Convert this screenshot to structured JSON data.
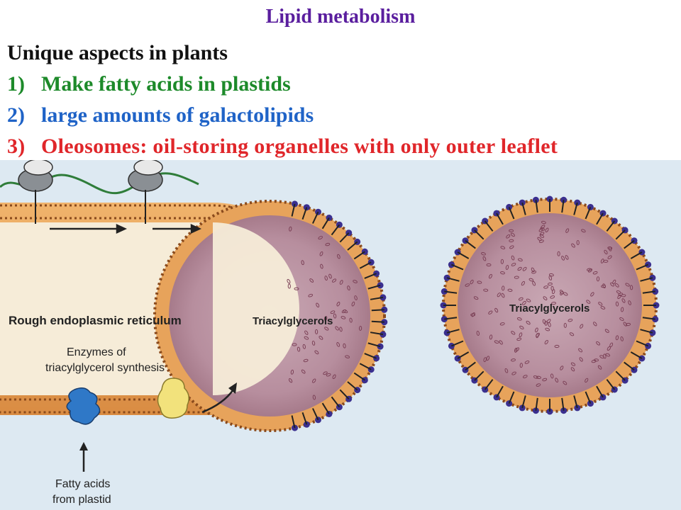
{
  "slide": {
    "title": "Lipid metabolism",
    "subtitle": "Unique aspects in plants",
    "items": [
      {
        "num": "1)",
        "text": "Make fatty acids in plastids",
        "color": "#1d8a2a"
      },
      {
        "num": "2)",
        "text": "large amounts of galactolipids",
        "color": "#1f63c7"
      },
      {
        "num": "3)",
        "text": "Oleosomes: oil-storing organelles with only outer leaflet",
        "color": "#e0262a"
      }
    ]
  },
  "figure": {
    "labels": {
      "rough_er": "Rough endoplasmic reticulum",
      "tag_budding": "Triacylglycerols",
      "tag_oleosome": "Triacylglycerols",
      "enzymes": [
        "Enzymes of",
        "triacylglycerol synthesis"
      ],
      "fatty_acids": [
        "Fatty acids",
        "from plastid"
      ]
    },
    "colors": {
      "background": "#dde9f2",
      "membrane": "#e7a35b",
      "lumen": "#f6ecd8",
      "lipid_core": "#b78e9e",
      "oleosin": "#3a2f8f",
      "enzyme_blue": "#2f78c7",
      "enzyme_yellow": "#f2e27c",
      "ribosome": "#8a8f94",
      "mrna": "#2f7d3a"
    }
  }
}
